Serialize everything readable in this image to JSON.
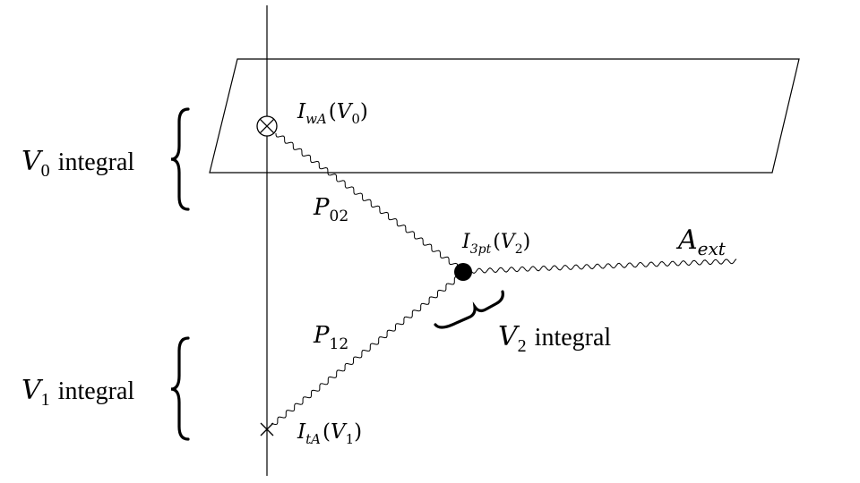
{
  "colors": {
    "ink": "#000000",
    "background": "#ffffff"
  },
  "vertices": {
    "v0": {
      "main": "I",
      "sub": "wA",
      "arg_open": "(",
      "arg_main": "V",
      "arg_sub": "0",
      "arg_close": ")"
    },
    "v1": {
      "main": "I",
      "sub": "tA",
      "arg_open": "(",
      "arg_main": "V",
      "arg_sub": "1",
      "arg_close": ")"
    },
    "v2": {
      "main": "I",
      "sub": "3pt",
      "arg_open": "(",
      "arg_main": "V",
      "arg_sub": "2",
      "arg_close": ")"
    }
  },
  "propagators": {
    "p02": {
      "main": "P",
      "sub": "02"
    },
    "p12": {
      "main": "P",
      "sub": "12"
    }
  },
  "external": {
    "main": "A",
    "sub": "ext"
  },
  "integrals": {
    "v0": {
      "main": "V",
      "sub": "0",
      "word": "integral"
    },
    "v1": {
      "main": "V",
      "sub": "1",
      "word": "integral"
    },
    "v2": {
      "main": "V",
      "sub": "2",
      "word": "integral"
    }
  }
}
